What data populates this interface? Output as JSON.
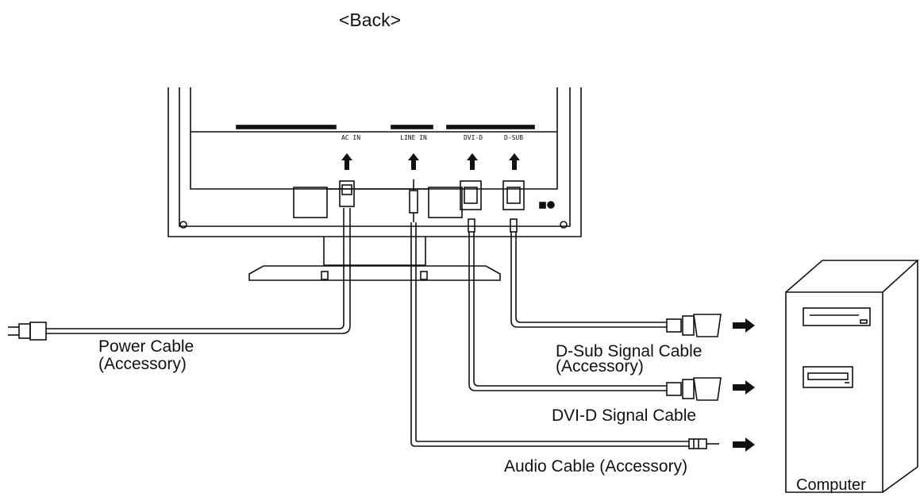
{
  "heading": "<Back>",
  "ports": {
    "ac_in": "AC IN",
    "line_in": "LINE IN",
    "dvi_d": "DVI-D",
    "d_sub": "D-SUB"
  },
  "cables": {
    "power": {
      "line1": "Power Cable",
      "line2": "(Accessory)"
    },
    "dsub": {
      "line1": "D-Sub Signal Cable",
      "line2": "(Accessory)"
    },
    "dvi": {
      "line1": "DVI-D Signal Cable"
    },
    "audio": {
      "line1": "Audio Cable (Accessory)"
    }
  },
  "computer_label": "Computer"
}
